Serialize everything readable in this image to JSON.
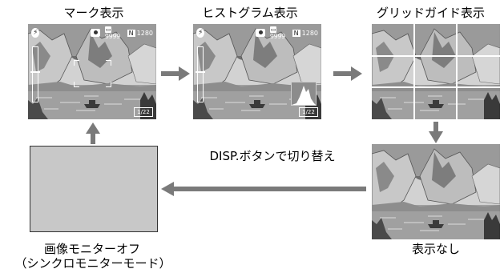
{
  "labels": {
    "mark": "マーク表示",
    "histogram": "ヒストグラム表示",
    "grid": "グリッドガイド表示",
    "none": "表示なし",
    "disp": "DISP.ボタンで切り替え",
    "monitor_off_line1": "画像モニターオフ",
    "monitor_off_line2": "（シンクロモニターモード）"
  },
  "hud": {
    "flash_icon": "flash-off-icon",
    "camera_icon": "camera-icon",
    "shots_remaining": "9999",
    "quality_badge": "N",
    "image_size": "1280",
    "time_display": "1/22"
  },
  "colors": {
    "arrow": "#7a7a7a",
    "monitor_off": "#c8c8c8"
  }
}
